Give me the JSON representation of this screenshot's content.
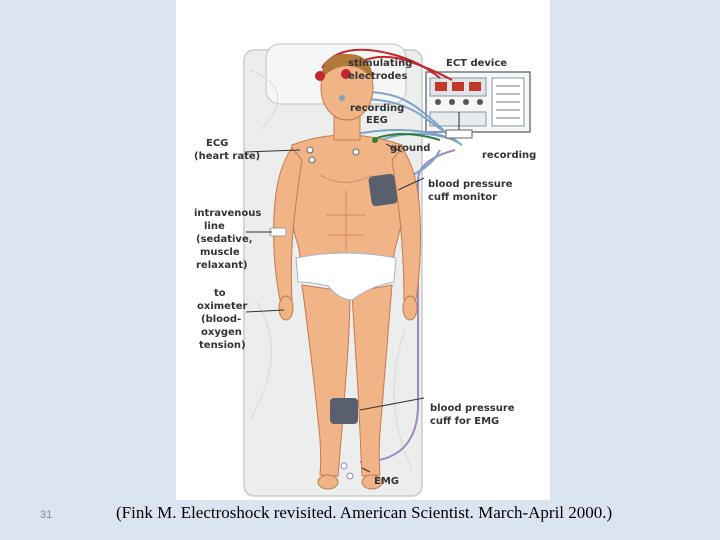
{
  "slide": {
    "number": "31",
    "citation": "(Fink M. Electroshock revisited. American Scientist. March-April 2000.)"
  },
  "figure": {
    "labels": {
      "stimulating_electrodes_1": "stimulating",
      "stimulating_electrodes_2": "electrodes",
      "ect_device": "ECT device",
      "recording_eeg_1": "recording",
      "recording_eeg_2": "EEG",
      "ecg_1": "ECG",
      "ecg_2": "(heart rate)",
      "ground": "ground",
      "recording": "recording",
      "bp_cuff_monitor_1": "blood pressure",
      "bp_cuff_monitor_2": "cuff monitor",
      "iv_1": "intravenous",
      "iv_2": "line",
      "iv_3": "(sedative,",
      "iv_4": "muscle",
      "iv_5": "relaxant)",
      "oximeter_1": "to",
      "oximeter_2": "oximeter",
      "oximeter_3": "(blood-",
      "oximeter_4": "oxygen",
      "oximeter_5": "tension)",
      "bp_cuff_emg_1": "blood pressure",
      "bp_cuff_emg_2": "cuff for EMG",
      "emg": "EMG"
    },
    "colors": {
      "skin": "#f0b487",
      "skin_shade": "#d98a5c",
      "hair": "#b27a3a",
      "briefs": "#ffffff",
      "mattress": "#eceeee",
      "cuff": "#5a5f6e",
      "wire_red": "#c2262e",
      "wire_blue": "#7da4c8",
      "wire_green": "#2f7f3a",
      "wire_purple": "#9b88c4",
      "leader_line": "#333333"
    }
  }
}
